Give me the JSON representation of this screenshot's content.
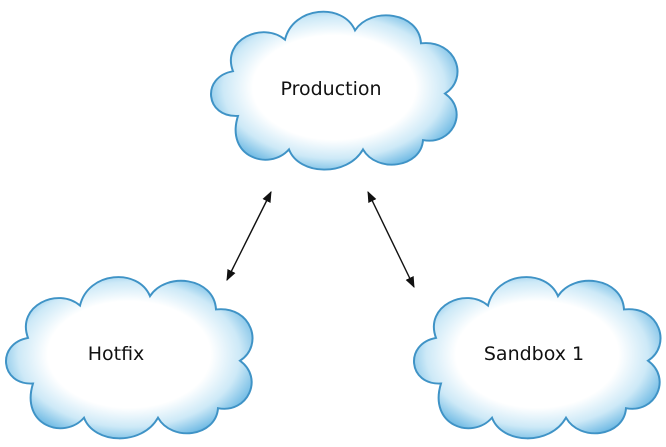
{
  "diagram": {
    "nodes": [
      {
        "id": "production",
        "label": "Production"
      },
      {
        "id": "hotfix",
        "label": "Hotfix"
      },
      {
        "id": "sandbox1",
        "label": "Sandbox 1"
      }
    ],
    "edges": [
      {
        "from": "production",
        "to": "hotfix",
        "direction": "both"
      },
      {
        "from": "production",
        "to": "sandbox1",
        "direction": "both"
      }
    ],
    "colors": {
      "cloud_core": "#ffffff",
      "cloud_mid": "#bfe2f4",
      "cloud_edge": "#2e86c1",
      "cloud_outline": "#3f93c6",
      "arrow": "#111111"
    }
  }
}
